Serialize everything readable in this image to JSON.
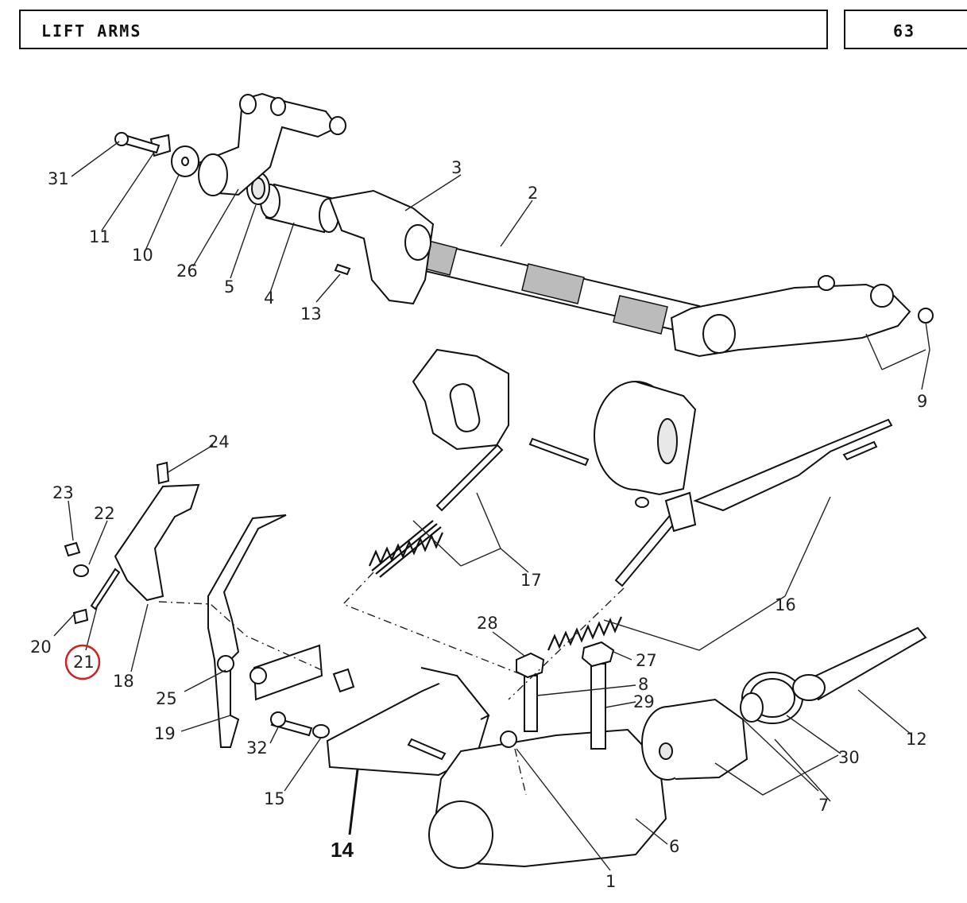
{
  "header": {
    "title": "LIFT ARMS",
    "page_number": "63"
  },
  "callouts": {
    "c1": "1",
    "c2": "2",
    "c3": "3",
    "c4": "4",
    "c5": "5",
    "c6": "6",
    "c7": "7",
    "c8": "8",
    "c9": "9",
    "c10": "10",
    "c11": "11",
    "c12": "12",
    "c13": "13",
    "c14": "14",
    "c15": "15",
    "c16": "16",
    "c17": "17",
    "c18": "18",
    "c19": "19",
    "c20": "20",
    "c21": "21",
    "c22": "22",
    "c23": "23",
    "c24": "24",
    "c25": "25",
    "c26": "26",
    "c27": "27",
    "c28": "28",
    "c29": "29",
    "c30": "30",
    "c31": "31",
    "c32": "32"
  },
  "highlight": {
    "color": "#cc2222",
    "target": "21"
  }
}
